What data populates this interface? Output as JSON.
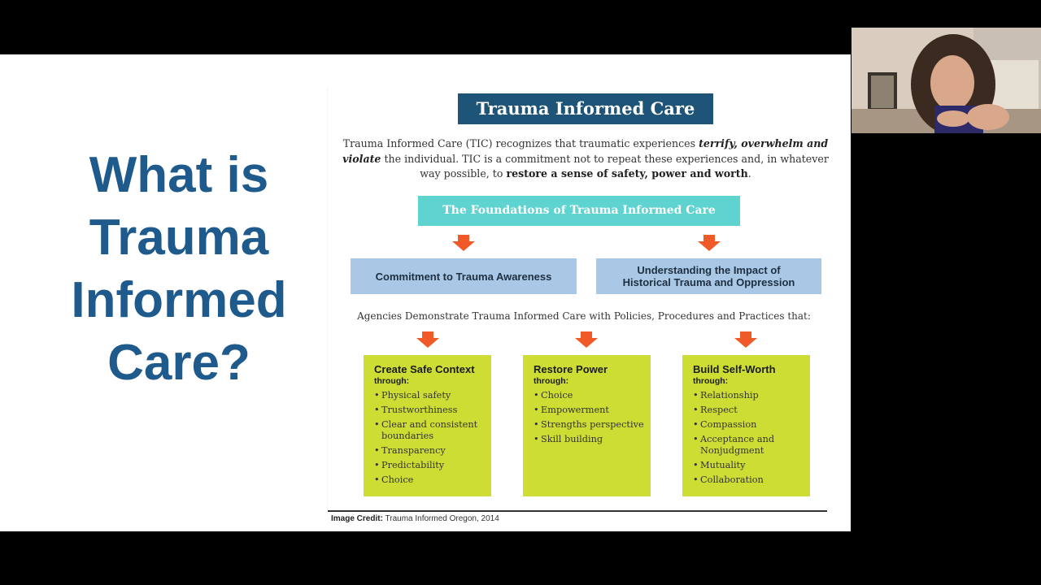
{
  "slide": {
    "title_lines": [
      "What is",
      "Trauma",
      "Informed",
      "Care?"
    ]
  },
  "diagram": {
    "header": "Trauma Informed Care",
    "intro": {
      "p1": "Trauma Informed Care (TIC) recognizes that traumatic experiences ",
      "em": "terrify, overwhelm and violate",
      "p2": " the individual. TIC is a commitment not to repeat these experiences and, in whatever way possible, to ",
      "bold": "restore a sense of safety, power and worth",
      "p3": "."
    },
    "foundations": "The Foundations of Trauma Informed Care",
    "pillars": [
      "Commitment to Trauma Awareness",
      "Understanding the Impact of Historical Trauma and Oppression"
    ],
    "agencies": "Agencies Demonstrate Trauma Informed Care with Policies, Procedures and Practices that:",
    "through_label": "through:",
    "boxes": [
      {
        "title": "Create Safe Context",
        "items": [
          "Physical safety",
          "Trustworthiness",
          "Clear and consistent boundaries",
          "Transparency",
          "Predictability",
          "Choice"
        ]
      },
      {
        "title": "Restore Power",
        "items": [
          "Choice",
          "Empowerment",
          "Strengths perspective",
          "Skill building"
        ]
      },
      {
        "title": "Build Self-Worth",
        "items": [
          "Relationship",
          "Respect",
          "Compassion",
          "Acceptance and Nonjudgment",
          "Mutuality",
          "Collaboration"
        ]
      }
    ],
    "credit_label": "Image Credit:",
    "credit_text": " Trauma Informed Oregon, 2014"
  },
  "colors": {
    "title_blue": "#1f5a8c",
    "header_navy": "#1d5477",
    "foundation_teal": "#5ed3cf",
    "pillar_blue": "#a9c8e6",
    "box_lime": "#cedd34",
    "arrow_orange": "#f05a28"
  },
  "webcam": {
    "icon": "presenter-video"
  }
}
